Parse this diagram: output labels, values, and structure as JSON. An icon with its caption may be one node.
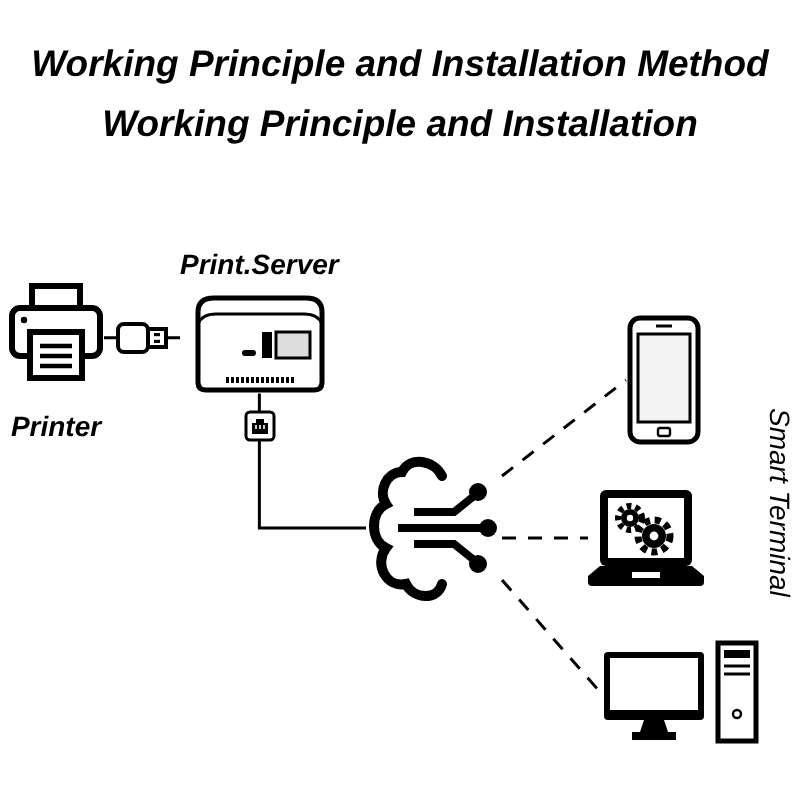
{
  "diagram": {
    "title": "Working Principle and Installation Method",
    "nodes": [
      {
        "text": [
          "Printer"
        ]
      },
      {
        "text": [
          "Print.Server"
        ]
      },
      {
        "text": [],
        "shape": "cloud"
      },
      {
        "text": [],
        "shape": "picture"
      },
      {
        "text": [],
        "shape": "picture"
      },
      {
        "text": [],
        "shape": "picture"
      }
    ],
    "edges": [
      {
        "from": 0,
        "to": 1,
        "arrow": "none"
      },
      {
        "from": 1,
        "to": 2,
        "arrow": "none"
      },
      {
        "from": 2,
        "to": 3,
        "arrow": "none",
        "style": "dashed"
      },
      {
        "from": 2,
        "to": 4,
        "arrow": "none",
        "style": "dashed"
      },
      {
        "from": 2,
        "to": 5,
        "arrow": "none",
        "style": "dashed"
      }
    ],
    "labels": [
      "Working Principle and Installation",
      "Smart Terminal"
    ]
  }
}
